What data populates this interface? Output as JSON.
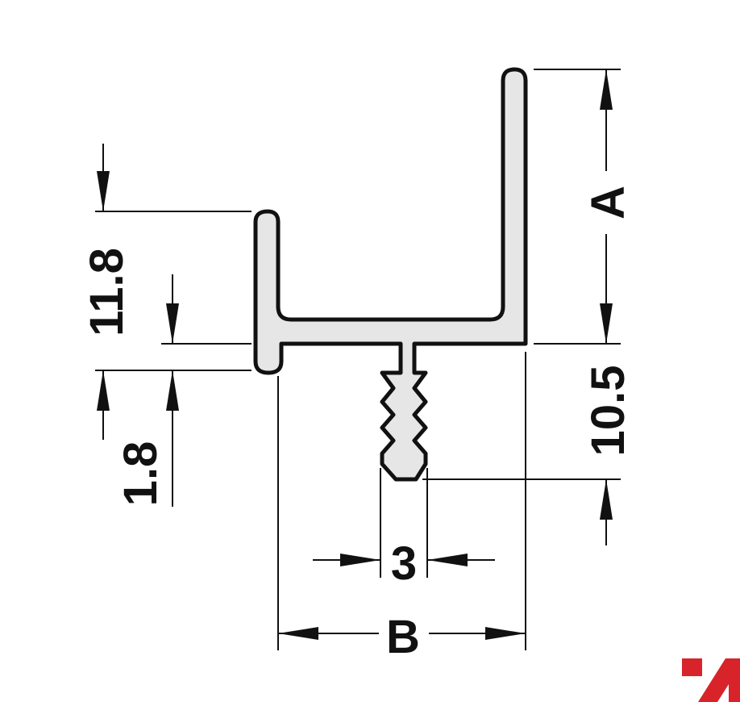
{
  "diagram": {
    "labels": {
      "height_total": "11.8",
      "lip": "1.8",
      "flange_height": "A",
      "depth": "10.5",
      "barb_width": "3",
      "width": "B"
    }
  },
  "colors": {
    "profile_fill": "#e6e6e6",
    "profile_stroke": "#111111",
    "dimension_lines": "#111111",
    "logo": "#d8232a"
  }
}
